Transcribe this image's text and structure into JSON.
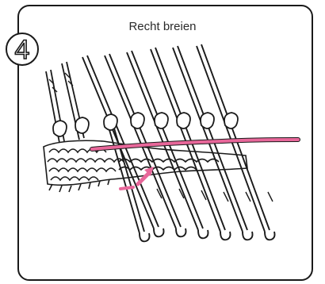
{
  "step_number": "4",
  "title": "Recht breien",
  "colors": {
    "background": "#ffffff",
    "frame": "#1a1a1a",
    "ink": "#1a1a1a",
    "yarn_accent": "#e8679a"
  },
  "icons": [
    "circled-number",
    "knitting-needle",
    "yarn-loop",
    "arrow"
  ]
}
